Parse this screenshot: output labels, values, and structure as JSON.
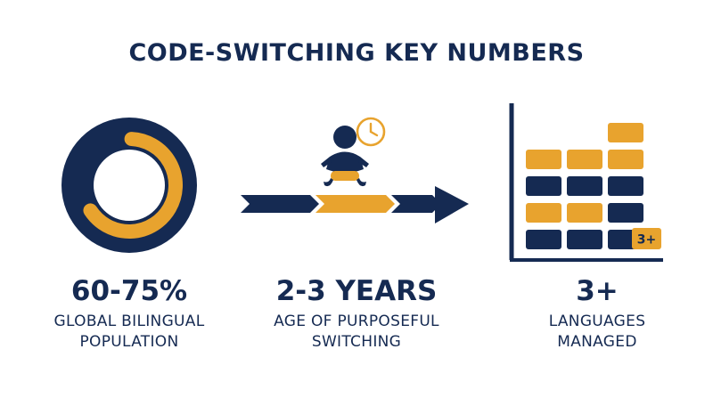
{
  "title": "CODE-SWITCHING KEY NUMBERS",
  "colors": {
    "navy": "#152a52",
    "gold": "#e8a32e",
    "white": "#ffffff"
  },
  "stats": [
    {
      "value": "60-75%",
      "label_line1": "GLOBAL BILINGUAL",
      "label_line2": "POPULATION",
      "icon": "donut-chart-icon",
      "fraction": 0.65
    },
    {
      "value": "2-3 YEARS",
      "label_line1": "AGE OF PURPOSEFUL",
      "label_line2": "SWITCHING",
      "icon": "baby-timeline-icon"
    },
    {
      "value": "3+",
      "label_line1": "LANGUAGES",
      "label_line2": "MANAGED",
      "icon": "block-chart-icon",
      "badge": "3+"
    }
  ]
}
